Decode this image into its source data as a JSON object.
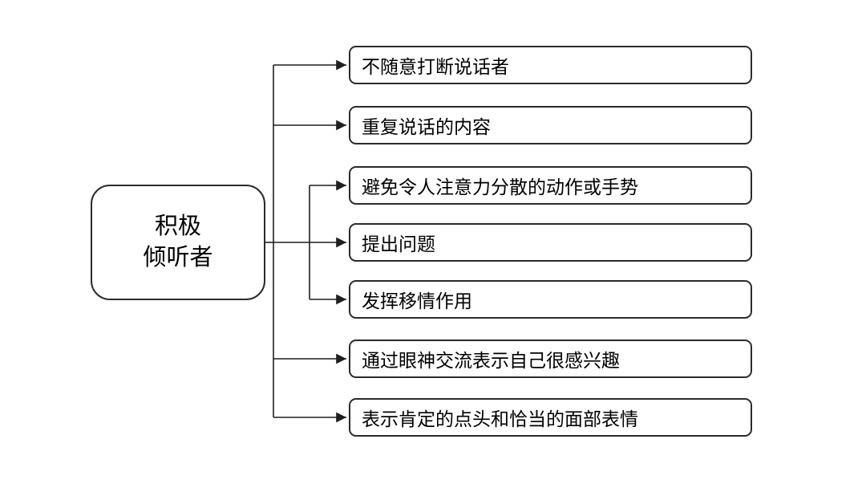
{
  "diagram": {
    "root": {
      "line1": "积极",
      "line2": "倾听者"
    },
    "branches": [
      {
        "label": "不随意打断说话者"
      },
      {
        "label": "重复说话的内容"
      },
      {
        "label": "避免令人注意力分散的动作或手势"
      },
      {
        "label": "提出问题"
      },
      {
        "label": "发挥移情作用"
      },
      {
        "label": "通过眼神交流表示自己很感兴趣"
      },
      {
        "label": "表示肯定的点头和恰当的面部表情"
      }
    ],
    "colors": {
      "line": "#1f1f1f",
      "border": "#2b2b2b",
      "background": "#ffffff",
      "text": "#000000"
    }
  }
}
